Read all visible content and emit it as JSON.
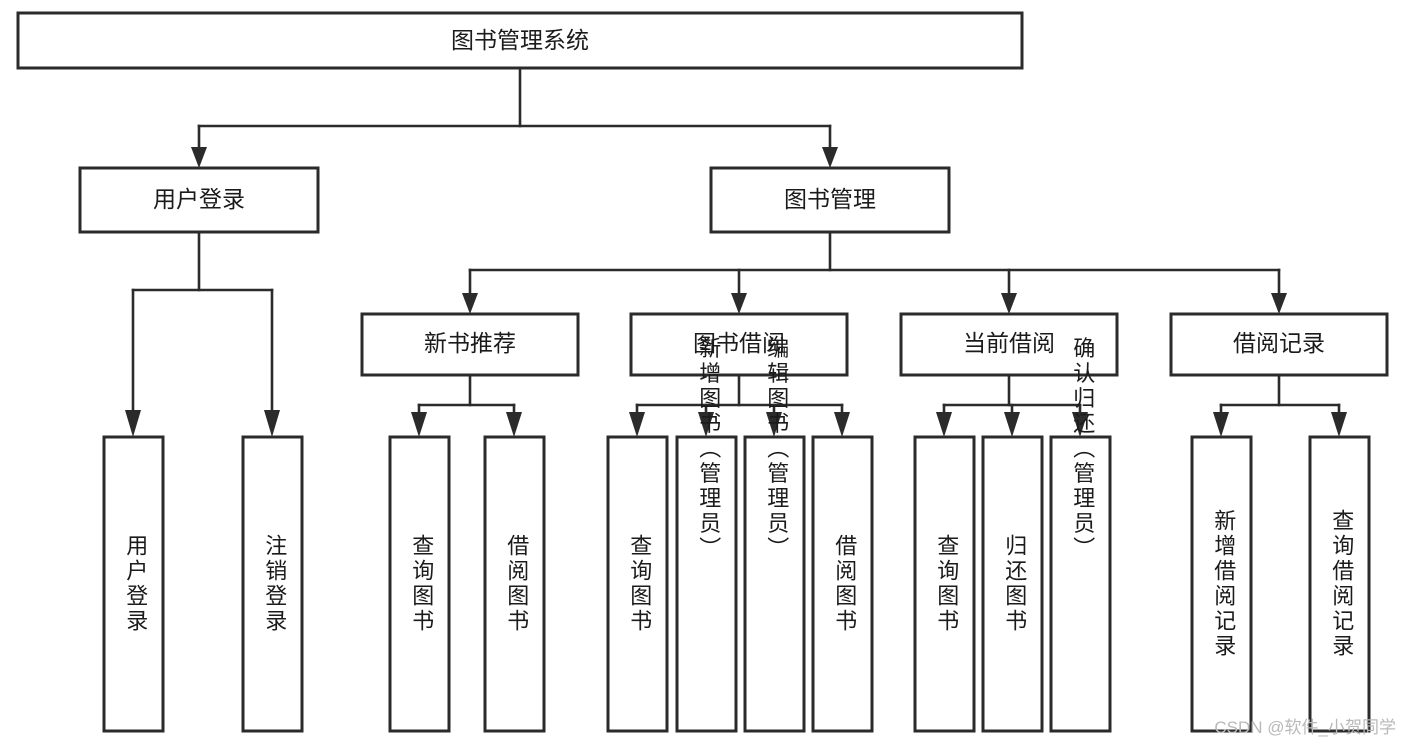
{
  "diagram": {
    "title": "图书管理系统",
    "type": "tree-hierarchy",
    "watermark": "CSDN @软件_小贺同学",
    "colors": {
      "box_stroke": "#2b2b2b",
      "box_fill": "#ffffff",
      "connector": "#2b2b2b",
      "text": "#1b1b1b",
      "watermark": "#b9b9b9",
      "background": "#ffffff"
    },
    "root": {
      "id": "root",
      "label": "图书管理系统"
    },
    "level2": [
      {
        "id": "user-login",
        "label": "用户登录"
      },
      {
        "id": "book-management",
        "label": "图书管理"
      }
    ],
    "level3": [
      {
        "id": "new-book-recommend",
        "label": "新书推荐",
        "parent": "book-management"
      },
      {
        "id": "book-borrow",
        "label": "图书借阅",
        "parent": "book-management"
      },
      {
        "id": "current-borrow",
        "label": "当前借阅",
        "parent": "book-management"
      },
      {
        "id": "borrow-record",
        "label": "借阅记录",
        "parent": "book-management"
      }
    ],
    "leaves": {
      "user-login": [
        {
          "id": "leaf-user-login",
          "label": "用户登录"
        },
        {
          "id": "leaf-user-logout",
          "label": "注销登录"
        }
      ],
      "new-book-recommend": [
        {
          "id": "leaf-query-book-1",
          "label": "查询图书"
        },
        {
          "id": "leaf-borrow-book-1",
          "label": "借阅图书"
        }
      ],
      "book-borrow": [
        {
          "id": "leaf-query-book-2",
          "label": "查询图书"
        },
        {
          "id": "leaf-add-book",
          "label": "新增图书（管理员）"
        },
        {
          "id": "leaf-edit-book",
          "label": "编辑图书（管理员）"
        },
        {
          "id": "leaf-borrow-book-2",
          "label": "借阅图书"
        }
      ],
      "current-borrow": [
        {
          "id": "leaf-query-book-3",
          "label": "查询图书"
        },
        {
          "id": "leaf-return-book",
          "label": "归还图书"
        },
        {
          "id": "leaf-confirm-return",
          "label": "确认归还（管理员）"
        }
      ],
      "borrow-record": [
        {
          "id": "leaf-add-record",
          "label": "新增借阅记录"
        },
        {
          "id": "leaf-query-record",
          "label": "查询借阅记录"
        }
      ]
    }
  }
}
